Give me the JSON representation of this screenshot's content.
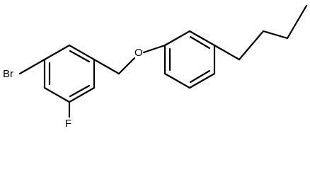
{
  "structure": {
    "atom_labels": {
      "bromine": "Br",
      "fluorine": "F",
      "oxygen": "O"
    },
    "colors": {
      "bond": "#000000",
      "label": "#000000",
      "background": "#ffffff"
    }
  }
}
